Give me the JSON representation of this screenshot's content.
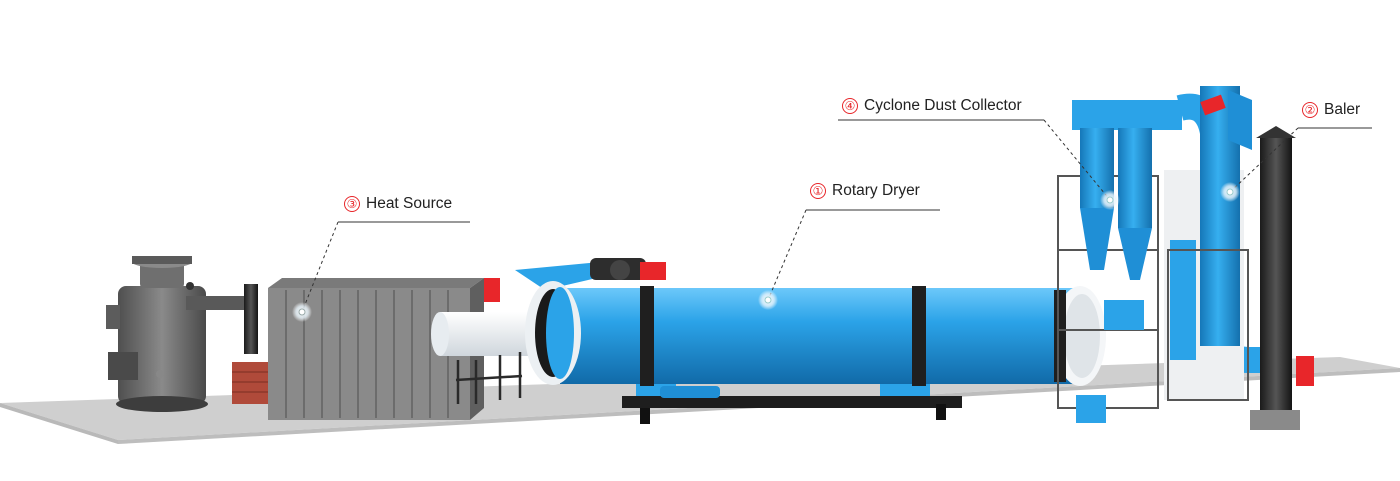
{
  "labels": [
    {
      "number": "①",
      "text": "Rotary Dryer"
    },
    {
      "number": "②",
      "text": "Baler"
    },
    {
      "number": "③",
      "text": "Heat Source"
    },
    {
      "number": "④",
      "text": "Cyclone Dust Collector"
    }
  ],
  "colors": {
    "accent": "#e8262a",
    "machine_blue": "#2ba3e8",
    "machine_blue_dark": "#1577b8",
    "steel_grey": "#6b6b6b",
    "floor": "#cfcfcf",
    "brick": "#b04a3a"
  }
}
